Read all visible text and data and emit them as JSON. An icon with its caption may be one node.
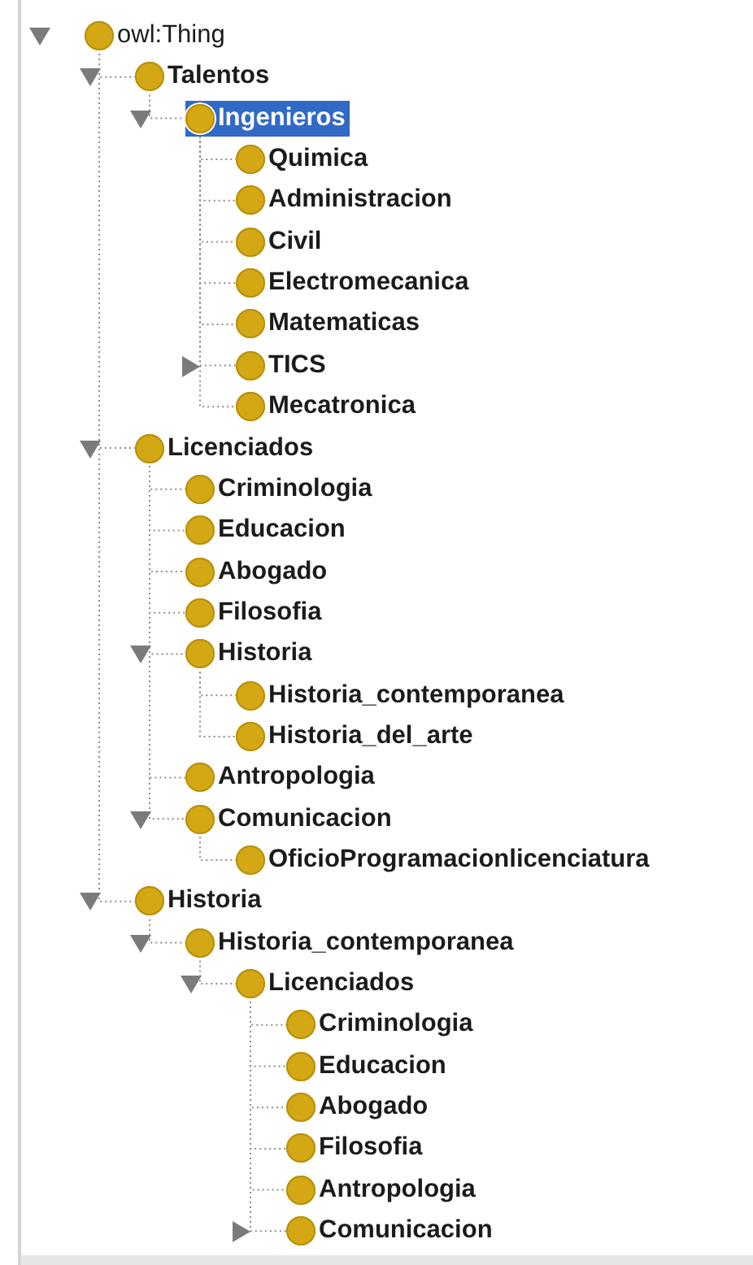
{
  "diagram": {
    "nodes": [
      {
        "text": [
          "owl:Thing"
        ]
      },
      {
        "text": [
          "Talentos"
        ]
      },
      {
        "text": [
          "Ingenieros"
        ]
      },
      {
        "text": [
          "Quimica"
        ]
      },
      {
        "text": [
          "Administracion"
        ]
      },
      {
        "text": [
          "Civil"
        ]
      },
      {
        "text": [
          "Electromecanica"
        ]
      },
      {
        "text": [
          "Matematicas"
        ]
      },
      {
        "text": [
          "TICS"
        ]
      },
      {
        "text": [
          "Mecatronica"
        ]
      },
      {
        "text": [
          "Licenciados"
        ]
      },
      {
        "text": [
          "Criminologia"
        ]
      },
      {
        "text": [
          "Educacion"
        ]
      },
      {
        "text": [
          "Abogado"
        ]
      },
      {
        "text": [
          "Filosofia"
        ]
      },
      {
        "text": [
          "Historia"
        ]
      },
      {
        "text": [
          "Historia_contemporanea"
        ]
      },
      {
        "text": [
          "Historia_del_arte"
        ]
      },
      {
        "text": [
          "Antropologia"
        ]
      },
      {
        "text": [
          "Comunicacion"
        ]
      },
      {
        "text": [
          "OficioProgramacionlicenciatura"
        ]
      },
      {
        "text": [
          "Historia"
        ]
      },
      {
        "text": [
          "Historia_contemporanea"
        ]
      },
      {
        "text": [
          "Licenciados"
        ]
      },
      {
        "text": [
          "Criminologia"
        ]
      },
      {
        "text": [
          "Educacion"
        ]
      },
      {
        "text": [
          "Abogado"
        ]
      },
      {
        "text": [
          "Filosofia"
        ]
      },
      {
        "text": [
          "Antropologia"
        ]
      },
      {
        "text": [
          "Comunicacion"
        ]
      }
    ],
    "edges": [
      {
        "from": 0,
        "to": 1,
        "arrow": "none",
        "style": "dashed"
      },
      {
        "from": 1,
        "to": 2,
        "arrow": "none",
        "style": "dashed"
      },
      {
        "from": 2,
        "to": 3,
        "arrow": "none",
        "style": "dashed"
      },
      {
        "from": 2,
        "to": 4,
        "arrow": "none",
        "style": "dashed"
      },
      {
        "from": 2,
        "to": 5,
        "arrow": "none",
        "style": "dashed"
      },
      {
        "from": 2,
        "to": 6,
        "arrow": "none",
        "style": "dashed"
      },
      {
        "from": 2,
        "to": 7,
        "arrow": "none",
        "style": "dashed"
      },
      {
        "from": 2,
        "to": 8,
        "arrow": "none",
        "style": "dashed"
      },
      {
        "from": 2,
        "to": 9,
        "arrow": "none",
        "style": "dashed"
      },
      {
        "from": 0,
        "to": 10,
        "arrow": "none",
        "style": "dashed"
      },
      {
        "from": 10,
        "to": 11,
        "arrow": "none",
        "style": "dashed"
      },
      {
        "from": 10,
        "to": 12,
        "arrow": "none",
        "style": "dashed"
      },
      {
        "from": 10,
        "to": 13,
        "arrow": "none",
        "style": "dashed"
      },
      {
        "from": 10,
        "to": 14,
        "arrow": "none",
        "style": "dashed"
      },
      {
        "from": 10,
        "to": 15,
        "arrow": "none",
        "style": "dashed"
      },
      {
        "from": 15,
        "to": 16,
        "arrow": "none",
        "style": "dashed"
      },
      {
        "from": 15,
        "to": 17,
        "arrow": "none",
        "style": "dashed"
      },
      {
        "from": 10,
        "to": 18,
        "arrow": "none",
        "style": "dashed"
      },
      {
        "from": 10,
        "to": 19,
        "arrow": "none",
        "style": "dashed"
      },
      {
        "from": 19,
        "to": 20,
        "arrow": "none",
        "style": "dashed"
      },
      {
        "from": 0,
        "to": 21,
        "arrow": "none",
        "style": "dashed"
      },
      {
        "from": 21,
        "to": 22,
        "arrow": "none",
        "style": "dashed"
      },
      {
        "from": 22,
        "to": 23,
        "arrow": "none",
        "style": "dashed"
      },
      {
        "from": 23,
        "to": 24,
        "arrow": "none",
        "style": "dashed"
      },
      {
        "from": 23,
        "to": 25,
        "arrow": "none",
        "style": "dashed"
      },
      {
        "from": 23,
        "to": 26,
        "arrow": "none",
        "style": "dashed"
      },
      {
        "from": 23,
        "to": 27,
        "arrow": "none",
        "style": "dashed"
      },
      {
        "from": 23,
        "to": 28,
        "arrow": "none",
        "style": "dashed"
      },
      {
        "from": 23,
        "to": 29,
        "arrow": "none",
        "style": "dashed"
      }
    ]
  }
}
